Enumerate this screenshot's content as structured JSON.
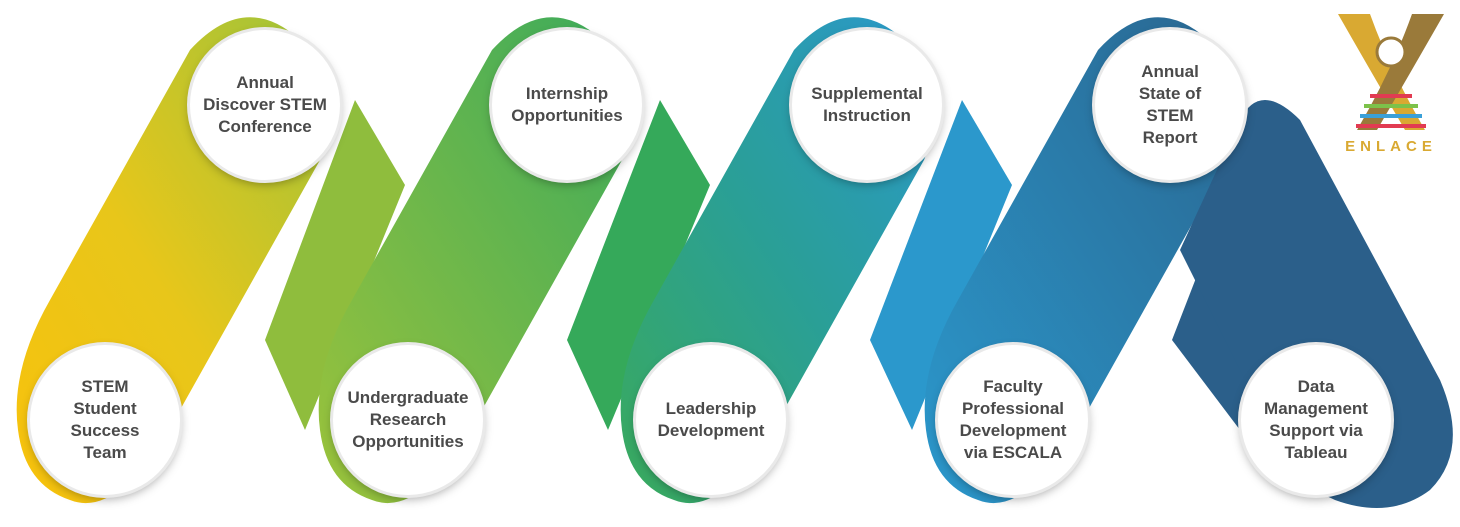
{
  "nodes": [
    {
      "id": "stem-student-success-team",
      "label": "STEM\nStudent\nSuccess\nTeam"
    },
    {
      "id": "annual-discover-stem-conference",
      "label": "Annual\nDiscover STEM\nConference"
    },
    {
      "id": "undergraduate-research-opportunities",
      "label": "Undergraduate\nResearch\nOpportunities"
    },
    {
      "id": "internship-opportunities",
      "label": "Internship\nOpportunities"
    },
    {
      "id": "leadership-development",
      "label": "Leadership\nDevelopment"
    },
    {
      "id": "supplemental-instruction",
      "label": "Supplemental\nInstruction"
    },
    {
      "id": "faculty-professional-development",
      "label": "Faculty\nProfessional\nDevelopment\nvia ESCALA"
    },
    {
      "id": "annual-state-of-stem-report",
      "label": "Annual\nState of\nSTEM\nReport"
    },
    {
      "id": "data-management-support",
      "label": "Data\nManagement\nSupport via\nTableau"
    }
  ],
  "colors": {
    "yellow": "#f7c70f",
    "lime": "#9cc33b",
    "green": "#3aaa5c",
    "teal": "#2a9f96",
    "blue": "#2b98cc",
    "navy": "#2a6690",
    "navy_dark": "#2b5f8a",
    "node_text": "#4a4a4a"
  },
  "logo": {
    "text": "ENLACE",
    "colors": [
      "#d9a932",
      "#9a7a3a",
      "#e23b52",
      "#7cc24a",
      "#3aa0d8"
    ]
  }
}
